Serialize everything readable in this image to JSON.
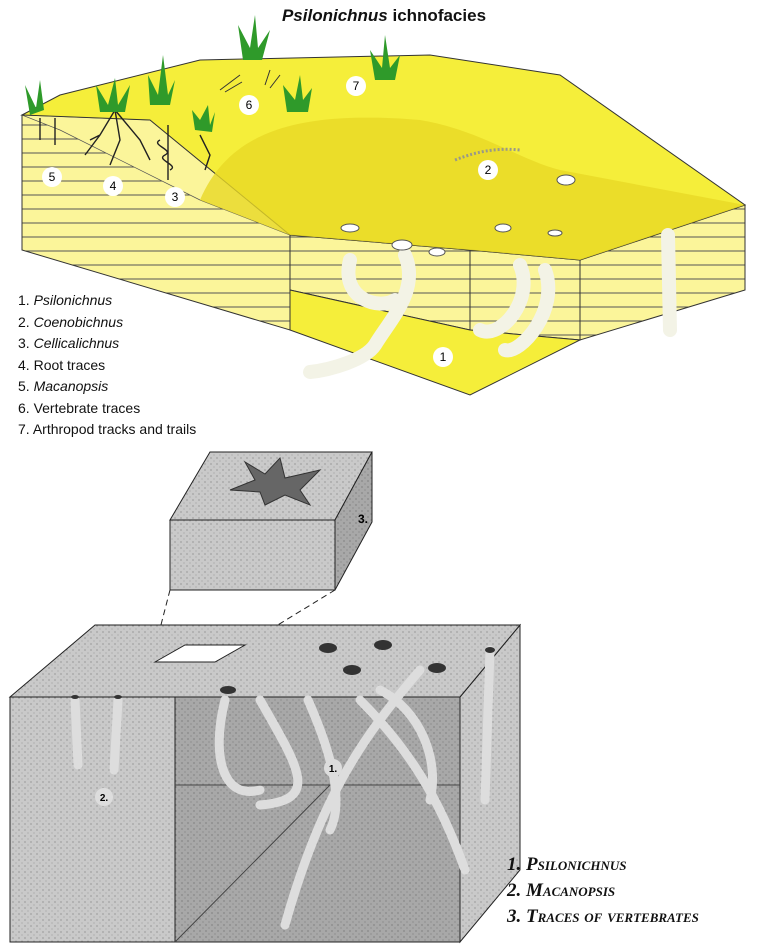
{
  "title": {
    "italic": "Psilonichnus",
    "rest": " ichnofacies"
  },
  "top_legend": [
    {
      "num": "1.",
      "name": "Psilonichnus",
      "italic": true
    },
    {
      "num": "2.",
      "name": "Coenobichnus",
      "italic": true
    },
    {
      "num": "3.",
      "name": "Cellicalichnus",
      "italic": true
    },
    {
      "num": "4.",
      "name": "Root traces",
      "italic": false
    },
    {
      "num": "5.",
      "name": "Macanopsis",
      "italic": true
    },
    {
      "num": "6.",
      "name": "Vertebrate traces",
      "italic": false
    },
    {
      "num": "7.",
      "name": "Arthropod tracks and trails",
      "italic": false
    }
  ],
  "top_markers": [
    "1",
    "2",
    "3",
    "4",
    "5",
    "6",
    "7"
  ],
  "bottom_markers": [
    "1.",
    "2.",
    "3."
  ],
  "bottom_legend": [
    "1. Psilonichnus",
    "2. Macanopsis",
    "3. Traces of vertebrates"
  ],
  "colors": {
    "sand": "#f5ee3a",
    "sand_light": "#fbf59a",
    "sand_dark": "#e8d826",
    "grass": "#2f9a2a",
    "stone": "#bdbdbd",
    "stone_dark": "#8c8c8c"
  }
}
